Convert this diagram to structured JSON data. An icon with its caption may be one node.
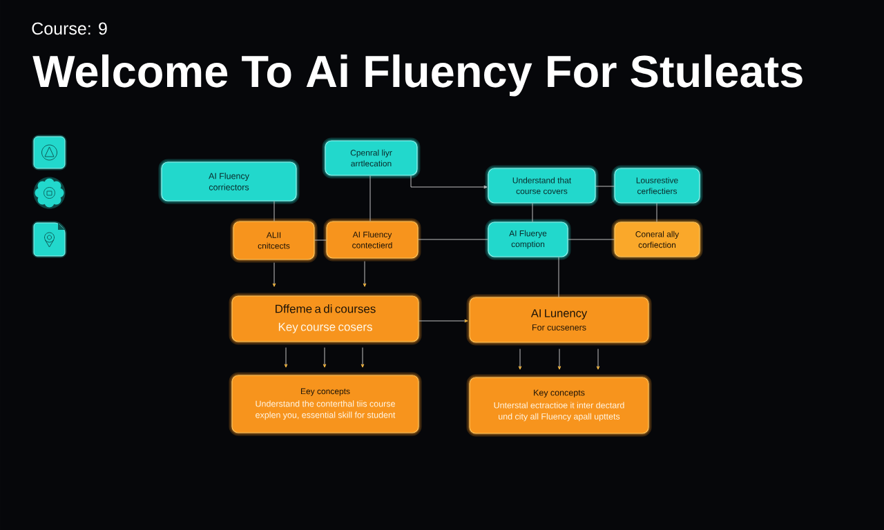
{
  "diagram": {
    "title": "Welcome To Ai Fluency For Stuleats",
    "nodes": [
      {
        "text": [
          "AI Fluency corriectors"
        ]
      },
      {
        "text": [
          "Cpenral liyr arrtlecation"
        ]
      },
      {
        "text": [
          "Understand that course covers"
        ]
      },
      {
        "text": [
          "Lousrestive cerfiectiers"
        ]
      },
      {
        "text": [
          "ALII cnitcects"
        ]
      },
      {
        "text": [
          "AI Fluency contectierd"
        ]
      },
      {
        "text": [
          "AI Fluerye comption"
        ]
      },
      {
        "text": [
          "Coneral ally corfiection"
        ]
      },
      {
        "text": [
          "Dffeme a di courses",
          "Key course cosers"
        ]
      },
      {
        "text": [
          "AI Lunency",
          "For cucseners"
        ]
      },
      {
        "text": [
          "Eey concepts",
          "Understand the conterthal tiis course explen you, essential skill for student"
        ]
      },
      {
        "text": [
          "Key concepts",
          "Unterstal ectractioe it inter dectard und city all Fluency apall upttets"
        ]
      }
    ],
    "edges": [
      {
        "from": 0,
        "to": 4,
        "arrow": "none"
      },
      {
        "from": 1,
        "to": 5,
        "arrow": "none"
      },
      {
        "from": 1,
        "to": 2,
        "arrow": "to"
      },
      {
        "from": 4,
        "to": 5,
        "arrow": "none"
      },
      {
        "from": 5,
        "to": 6,
        "arrow": "none"
      },
      {
        "from": 2,
        "to": 3,
        "arrow": "none"
      },
      {
        "from": 2,
        "to": 6,
        "arrow": "none"
      },
      {
        "from": 3,
        "to": 7,
        "arrow": "none"
      },
      {
        "from": 6,
        "to": 7,
        "arrow": "none"
      },
      {
        "from": 4,
        "to": 8,
        "arrow": "to"
      },
      {
        "from": 5,
        "to": 8,
        "arrow": "to"
      },
      {
        "from": 6,
        "to": 9,
        "arrow": "none"
      },
      {
        "from": 8,
        "to": 9,
        "arrow": "to"
      },
      {
        "from": 8,
        "to": 10,
        "arrow": "to"
      },
      {
        "from": 8,
        "to": 10,
        "arrow": "to"
      },
      {
        "from": 8,
        "to": 10,
        "arrow": "to"
      },
      {
        "from": 9,
        "to": 11,
        "arrow": "to"
      },
      {
        "from": 9,
        "to": 11,
        "arrow": "to"
      },
      {
        "from": 9,
        "to": 11,
        "arrow": "to"
      }
    ],
    "labels": [
      "Course: 9"
    ]
  }
}
